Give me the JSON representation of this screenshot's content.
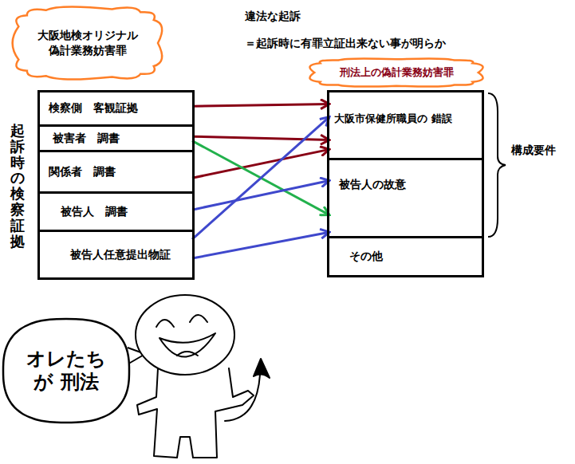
{
  "diagram": {
    "nodes": [
      {
        "text": [
          "大阪地検オリジナル 偽計業務妨害罪"
        ]
      },
      {
        "text": [
          "刑法上の偽計業務妨害罪"
        ]
      },
      {
        "text": [
          "起訴時の検察証拠"
        ]
      },
      {
        "text": [
          "検察側　客観証拠"
        ],
        "in": 2
      },
      {
        "text": [
          "被害者　調書"
        ],
        "in": 2
      },
      {
        "text": [
          "関係者　調書"
        ],
        "in": 2
      },
      {
        "text": [
          "被告人　調書"
        ],
        "in": 2
      },
      {
        "text": [
          "被告人任意提出物証"
        ],
        "in": 2
      },
      {
        "text": [
          "構成要件"
        ]
      },
      {
        "text": [
          "大阪市保健所職員の 錯誤"
        ],
        "in": 8
      },
      {
        "text": [
          "被告人の故意"
        ],
        "in": 8
      },
      {
        "text": [
          "その他"
        ],
        "in": 8
      },
      {
        "text": [
          "オレたち が 刑法"
        ]
      }
    ],
    "edges": [
      {
        "from": 3,
        "to": 9,
        "arrow": "to"
      },
      {
        "from": 4,
        "to": 9,
        "arrow": "to"
      },
      {
        "from": 5,
        "to": 9,
        "arrow": "to"
      },
      {
        "from": 4,
        "to": 10,
        "arrow": "to"
      },
      {
        "from": 6,
        "to": 10,
        "arrow": "to"
      },
      {
        "from": 7,
        "to": 9,
        "arrow": "to"
      },
      {
        "from": 7,
        "to": 10,
        "arrow": "to"
      }
    ],
    "labels": [
      "違法な起訴",
      "＝起訴時に有罪立証出来ない事が明らか"
    ]
  }
}
